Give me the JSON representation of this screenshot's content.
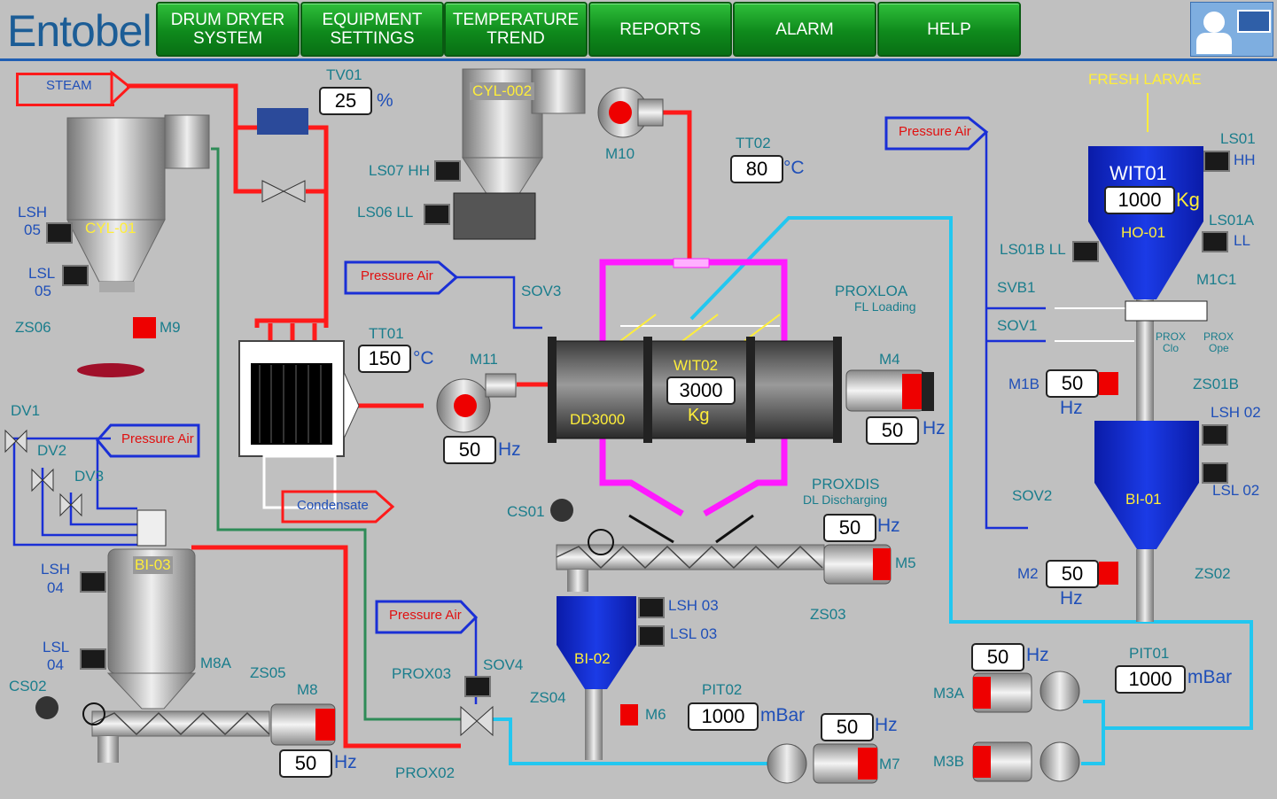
{
  "brand": {
    "logo": "Entobel"
  },
  "nav": [
    {
      "label": "DRUM DRYER\nSYSTEM"
    },
    {
      "label": "EQUIPMENT\nSETTINGS"
    },
    {
      "label": "TEMPERATURE\nTREND"
    },
    {
      "label": "REPORTS"
    },
    {
      "label": "ALARM"
    },
    {
      "label": "HELP"
    }
  ],
  "flags": {
    "steam": "STEAM",
    "pressure_air_1": "Pressure Air",
    "pressure_air_2": "Pressure Air",
    "pressure_air_3": "Pressure Air",
    "pressure_air_4": "Pressure Air",
    "condensate": "Condensate"
  },
  "fresh_larvae": "FRESH LARVAE",
  "tv01": {
    "tag": "TV01",
    "value": "25",
    "unit": "%"
  },
  "tt02": {
    "tag": "TT02",
    "value": "80",
    "unit": "°C"
  },
  "tt01": {
    "tag": "TT01",
    "value": "150",
    "unit": "°C"
  },
  "m11": {
    "tag": "M11",
    "value": "50",
    "unit": "Hz"
  },
  "m10": {
    "tag": "M10"
  },
  "wit02": {
    "tag": "WIT02",
    "value": "3000",
    "unit": "Kg"
  },
  "dd3000": "DD3000",
  "m4": {
    "tag": "M4",
    "value": "50",
    "unit": "Hz"
  },
  "m5": {
    "tag": "M5",
    "value": "50",
    "unit": "Hz"
  },
  "m8": {
    "tag": "M8",
    "value": "50",
    "unit": "Hz"
  },
  "m7": {
    "tag": "M7",
    "value": "50",
    "unit": "Hz"
  },
  "m3a": {
    "tag": "M3A",
    "value": "50",
    "unit": "Hz"
  },
  "m3b": {
    "tag": "M3B"
  },
  "m1b": {
    "tag": "M1B",
    "value": "50",
    "unit": "Hz"
  },
  "m2": {
    "tag": "M2",
    "value": "50",
    "unit": "Hz"
  },
  "wit01": {
    "tag": "WIT01",
    "value": "1000",
    "unit": "Kg"
  },
  "pit01": {
    "tag": "PIT01",
    "value": "1000",
    "unit": "mBar"
  },
  "pit02": {
    "tag": "PIT02",
    "value": "1000",
    "unit": "mBar"
  },
  "labels": {
    "cyl002": "CYL-002",
    "cyl01": "CYL-01",
    "ho01": "HO-01",
    "bi01": "BI-01",
    "bi02": "BI-02",
    "bi03": "BI-03",
    "ls07hh": "LS07 HH",
    "ls06ll": "LS06 LL",
    "lsh05a": "LSH",
    "lsh05b": "05",
    "lsl05a": "LSL",
    "lsl05b": "05",
    "zs06": "ZS06",
    "m9": "M9",
    "sov3": "SOV3",
    "proxloa": "PROXLOA",
    "fl_loading": "FL Loading",
    "proxdis": "PROXDIS",
    "dl_discharging": "DL Discharging",
    "cs01": "CS01",
    "zs03": "ZS03",
    "lsh03": "LSH 03",
    "lsl03": "LSL 03",
    "zs04": "ZS04",
    "m6": "M6",
    "dv1": "DV1",
    "dv2": "DV2",
    "dv3": "DV3",
    "lsh04a": "LSH",
    "lsh04b": "04",
    "lsl04a": "LSL",
    "lsl04b": "04",
    "m8a": "M8A",
    "zs05": "ZS05",
    "cs02": "CS02",
    "prox03": "PROX03",
    "sov4": "SOV4",
    "prox02": "PROX02",
    "ls01": "LS01",
    "hh": "HH",
    "ls01a": "LS01A",
    "ll": "LL",
    "ls01bll": "LS01B LL",
    "m1c1": "M1C1",
    "svb1": "SVB1",
    "sov1": "SOV1",
    "prox_clo_a": "PROX",
    "prox_clo_b": "Clo",
    "prox_ope_a": "PROX",
    "prox_ope_b": "Ope",
    "zs01b": "ZS01B",
    "lsh02": "LSH 02",
    "lsl02": "LSL 02",
    "sov2": "SOV2",
    "zs02": "ZS02"
  },
  "colors": {
    "steam": "#ff1a1a",
    "air": "#1a2fd6",
    "water": "#22c7f0",
    "condensate": "#2e8b57",
    "drum_frame": "#ff1aff",
    "hopper": "#0a22c8"
  }
}
